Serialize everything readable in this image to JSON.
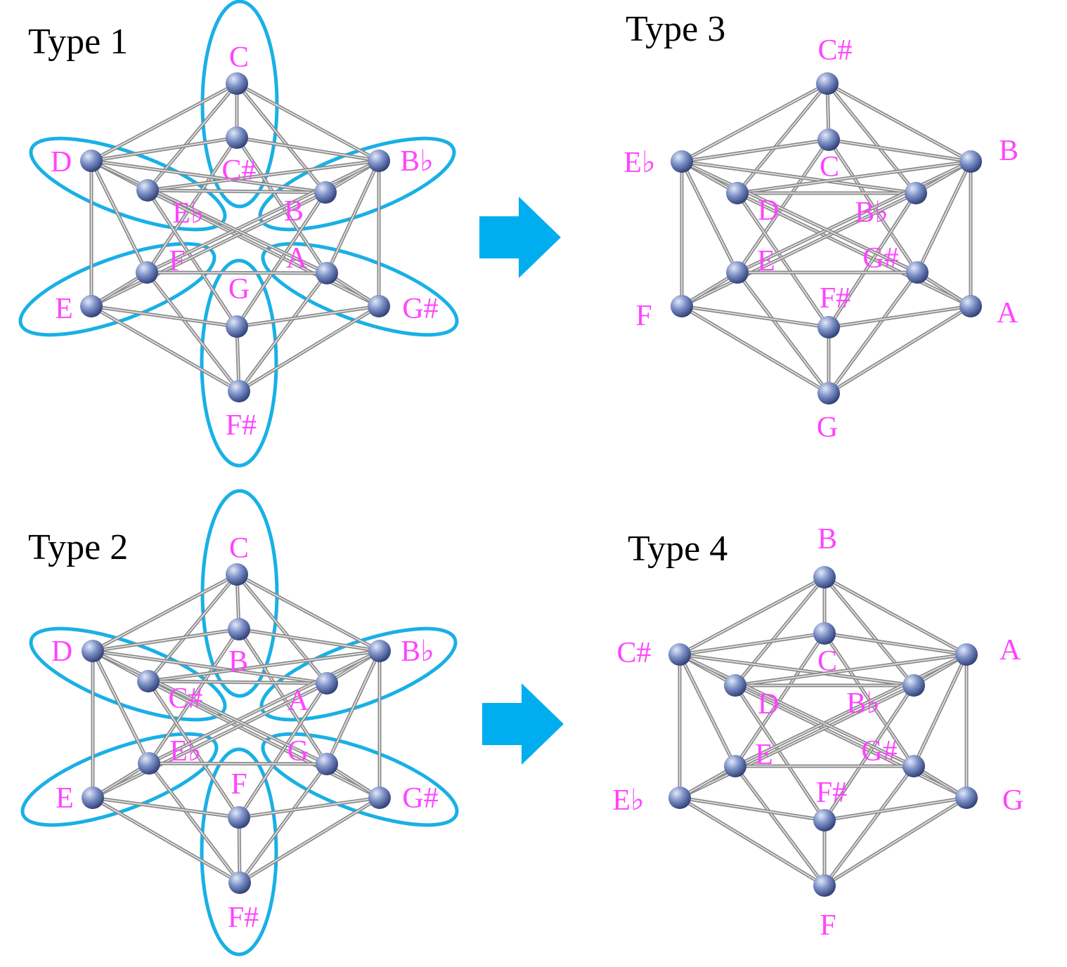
{
  "colors": {
    "label": "#ff44ff",
    "petal": "#19b0e6",
    "arrow": "#00aeef",
    "edge": "#8a8a8a",
    "node": "#5b6fa8"
  },
  "panels": [
    {
      "title": "Type 1",
      "labels": [
        "C",
        "C#",
        "D",
        "B♭",
        "E♭",
        "B",
        "F",
        "A",
        "E",
        "G#",
        "G",
        "F#"
      ],
      "petals": true
    },
    {
      "title": "Type 2",
      "labels": [
        "C",
        "B",
        "D",
        "B♭",
        "C#",
        "A",
        "E♭",
        "G",
        "E",
        "G#",
        "F",
        "F#"
      ],
      "petals": true
    },
    {
      "title": "Type 3",
      "labels": [
        "C#",
        "C",
        "E♭",
        "B",
        "D",
        "B♭",
        "E",
        "G#",
        "F",
        "A",
        "F#",
        "G"
      ],
      "petals": false
    },
    {
      "title": "Type 4",
      "labels": [
        "B",
        "C",
        "C#",
        "A",
        "D",
        "B♭",
        "E",
        "G#",
        "E♭",
        "G",
        "F#",
        "F"
      ],
      "petals": false
    }
  ],
  "arrows": [
    "right-arrow",
    "right-arrow"
  ]
}
